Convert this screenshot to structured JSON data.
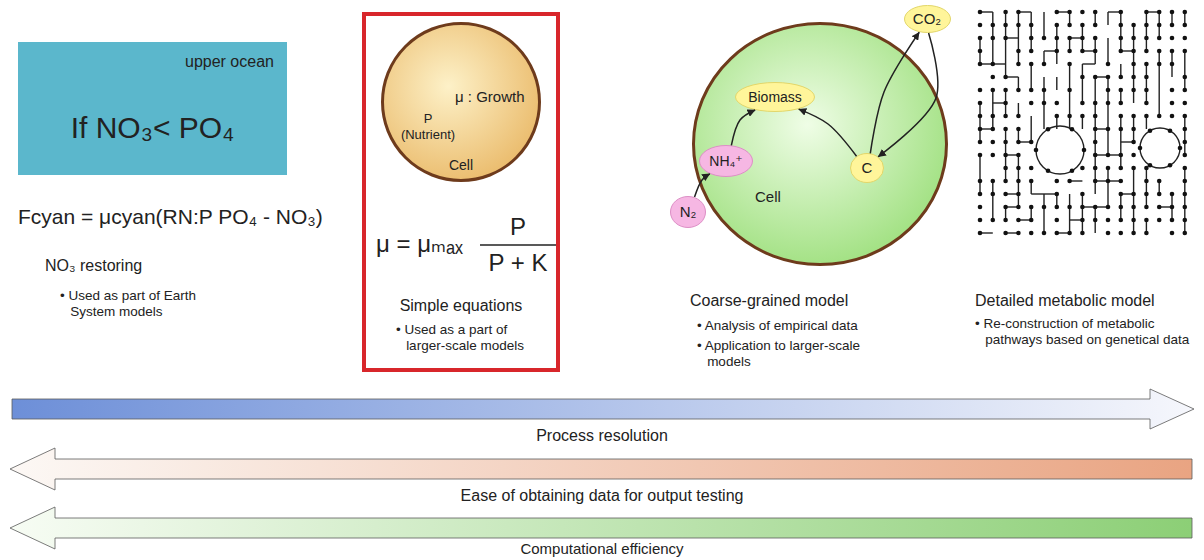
{
  "diagram": {
    "nodes": [
      {
        "text": [
          "upper ocean",
          "If NO₃< PO₄"
        ]
      },
      {
        "text": [
          "μ = μₘₐₓ",
          "P",
          "P + K",
          "Simple equations",
          "• Used as a part of larger-scale models"
        ]
      },
      {
        "text": [
          "μ : Growth",
          "Cell"
        ],
        "in": 1
      },
      {
        "text": [
          "CO₂"
        ]
      },
      {
        "text": [
          "Cell"
        ]
      },
      {
        "text": [
          "Biomass"
        ],
        "in": 4
      },
      {
        "text": [
          "NH₄⁺"
        ],
        "in": 4
      },
      {
        "text": [
          "C"
        ],
        "in": 4
      },
      {
        "text": [
          "N₂"
        ]
      }
    ],
    "edges": [
      {
        "from": 8,
        "to": 6,
        "arrow": "to"
      },
      {
        "from": 6,
        "to": 5,
        "arrow": "to"
      },
      {
        "from": 7,
        "to": 5,
        "arrow": "to"
      },
      {
        "from": 7,
        "to": 3,
        "arrow": "to"
      },
      {
        "from": 3,
        "to": 7,
        "arrow": "to"
      }
    ],
    "labels": [
      "Fcyan = μcyan(RN:P PO₄ - NO₃)",
      "NO₃ restoring",
      "• Used as part of Earth System models",
      "P (Nutrient)",
      "Coarse-grained model",
      "• Analysis of empirical data",
      "• Application to larger-scale models",
      "Detailed metabolic model",
      "• Re-construction of metabolic pathways based on genetical data",
      "Process resolution",
      "Ease of obtaining data for output testing",
      "Computational efficiency"
    ]
  }
}
